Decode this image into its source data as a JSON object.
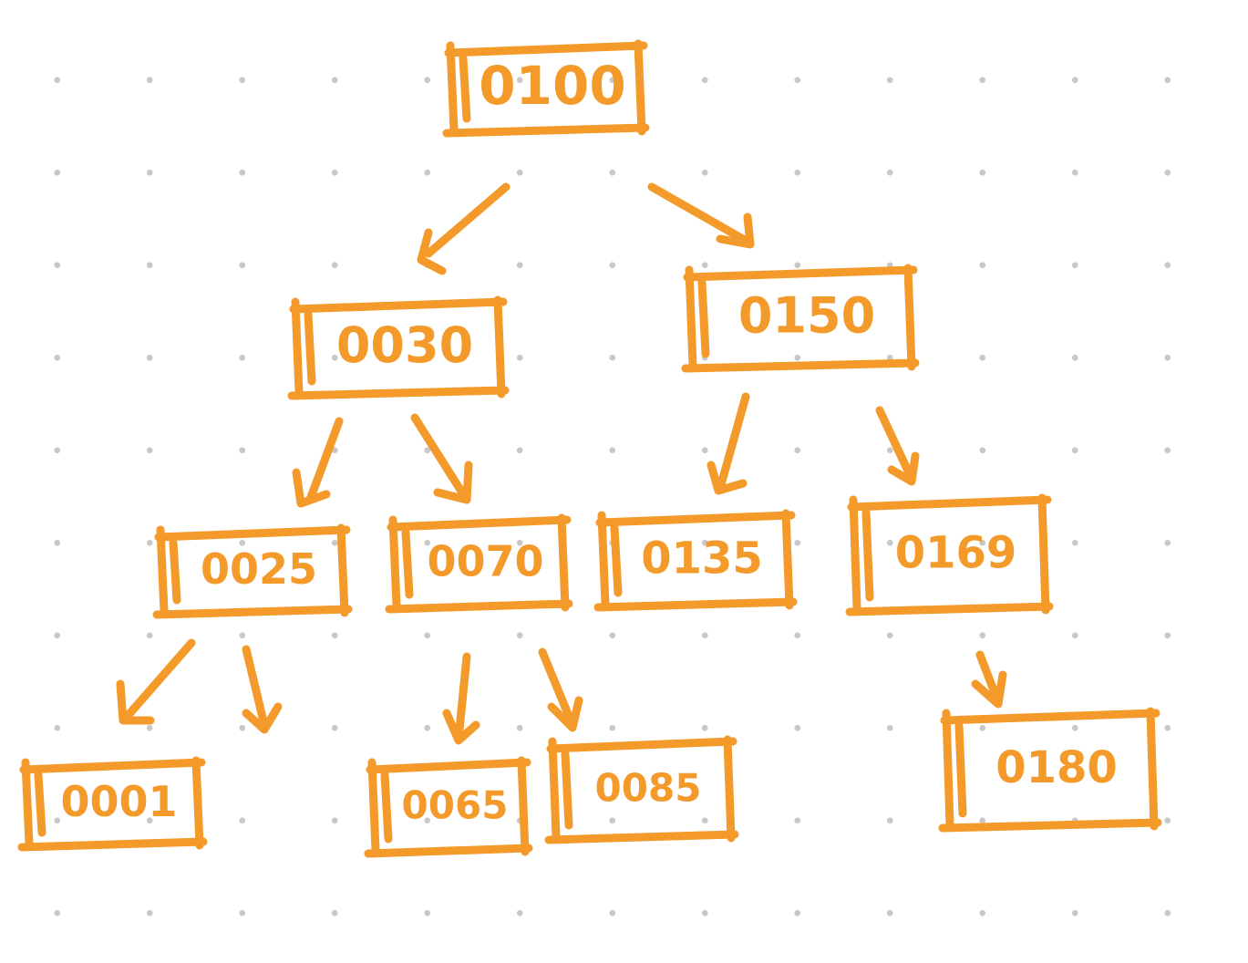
{
  "colors": {
    "ink": "#F39A2B",
    "background": "#FFFFFF",
    "grid_dot": "#C8C8C8"
  },
  "nodes": [
    {
      "id": "n0100",
      "label": "0100"
    },
    {
      "id": "n0030",
      "label": "0030"
    },
    {
      "id": "n0150",
      "label": "0150"
    },
    {
      "id": "n0025",
      "label": "0025"
    },
    {
      "id": "n0070",
      "label": "0070"
    },
    {
      "id": "n0135",
      "label": "0135"
    },
    {
      "id": "n0169",
      "label": "0169"
    },
    {
      "id": "n0001",
      "label": "0001"
    },
    {
      "id": "n0065",
      "label": "0065"
    },
    {
      "id": "n0085",
      "label": "0085"
    },
    {
      "id": "n0180",
      "label": "0180"
    }
  ],
  "edges": [
    {
      "from": "n0100",
      "to": "n0030"
    },
    {
      "from": "n0100",
      "to": "n0150"
    },
    {
      "from": "n0030",
      "to": "n0025"
    },
    {
      "from": "n0030",
      "to": "n0070"
    },
    {
      "from": "n0150",
      "to": "n0135"
    },
    {
      "from": "n0150",
      "to": "n0169"
    },
    {
      "from": "n0025",
      "to": "n0001"
    },
    {
      "from": "n0025",
      "to": null
    },
    {
      "from": "n0070",
      "to": "n0065"
    },
    {
      "from": "n0070",
      "to": "n0085"
    },
    {
      "from": "n0169",
      "to": "n0180"
    }
  ]
}
